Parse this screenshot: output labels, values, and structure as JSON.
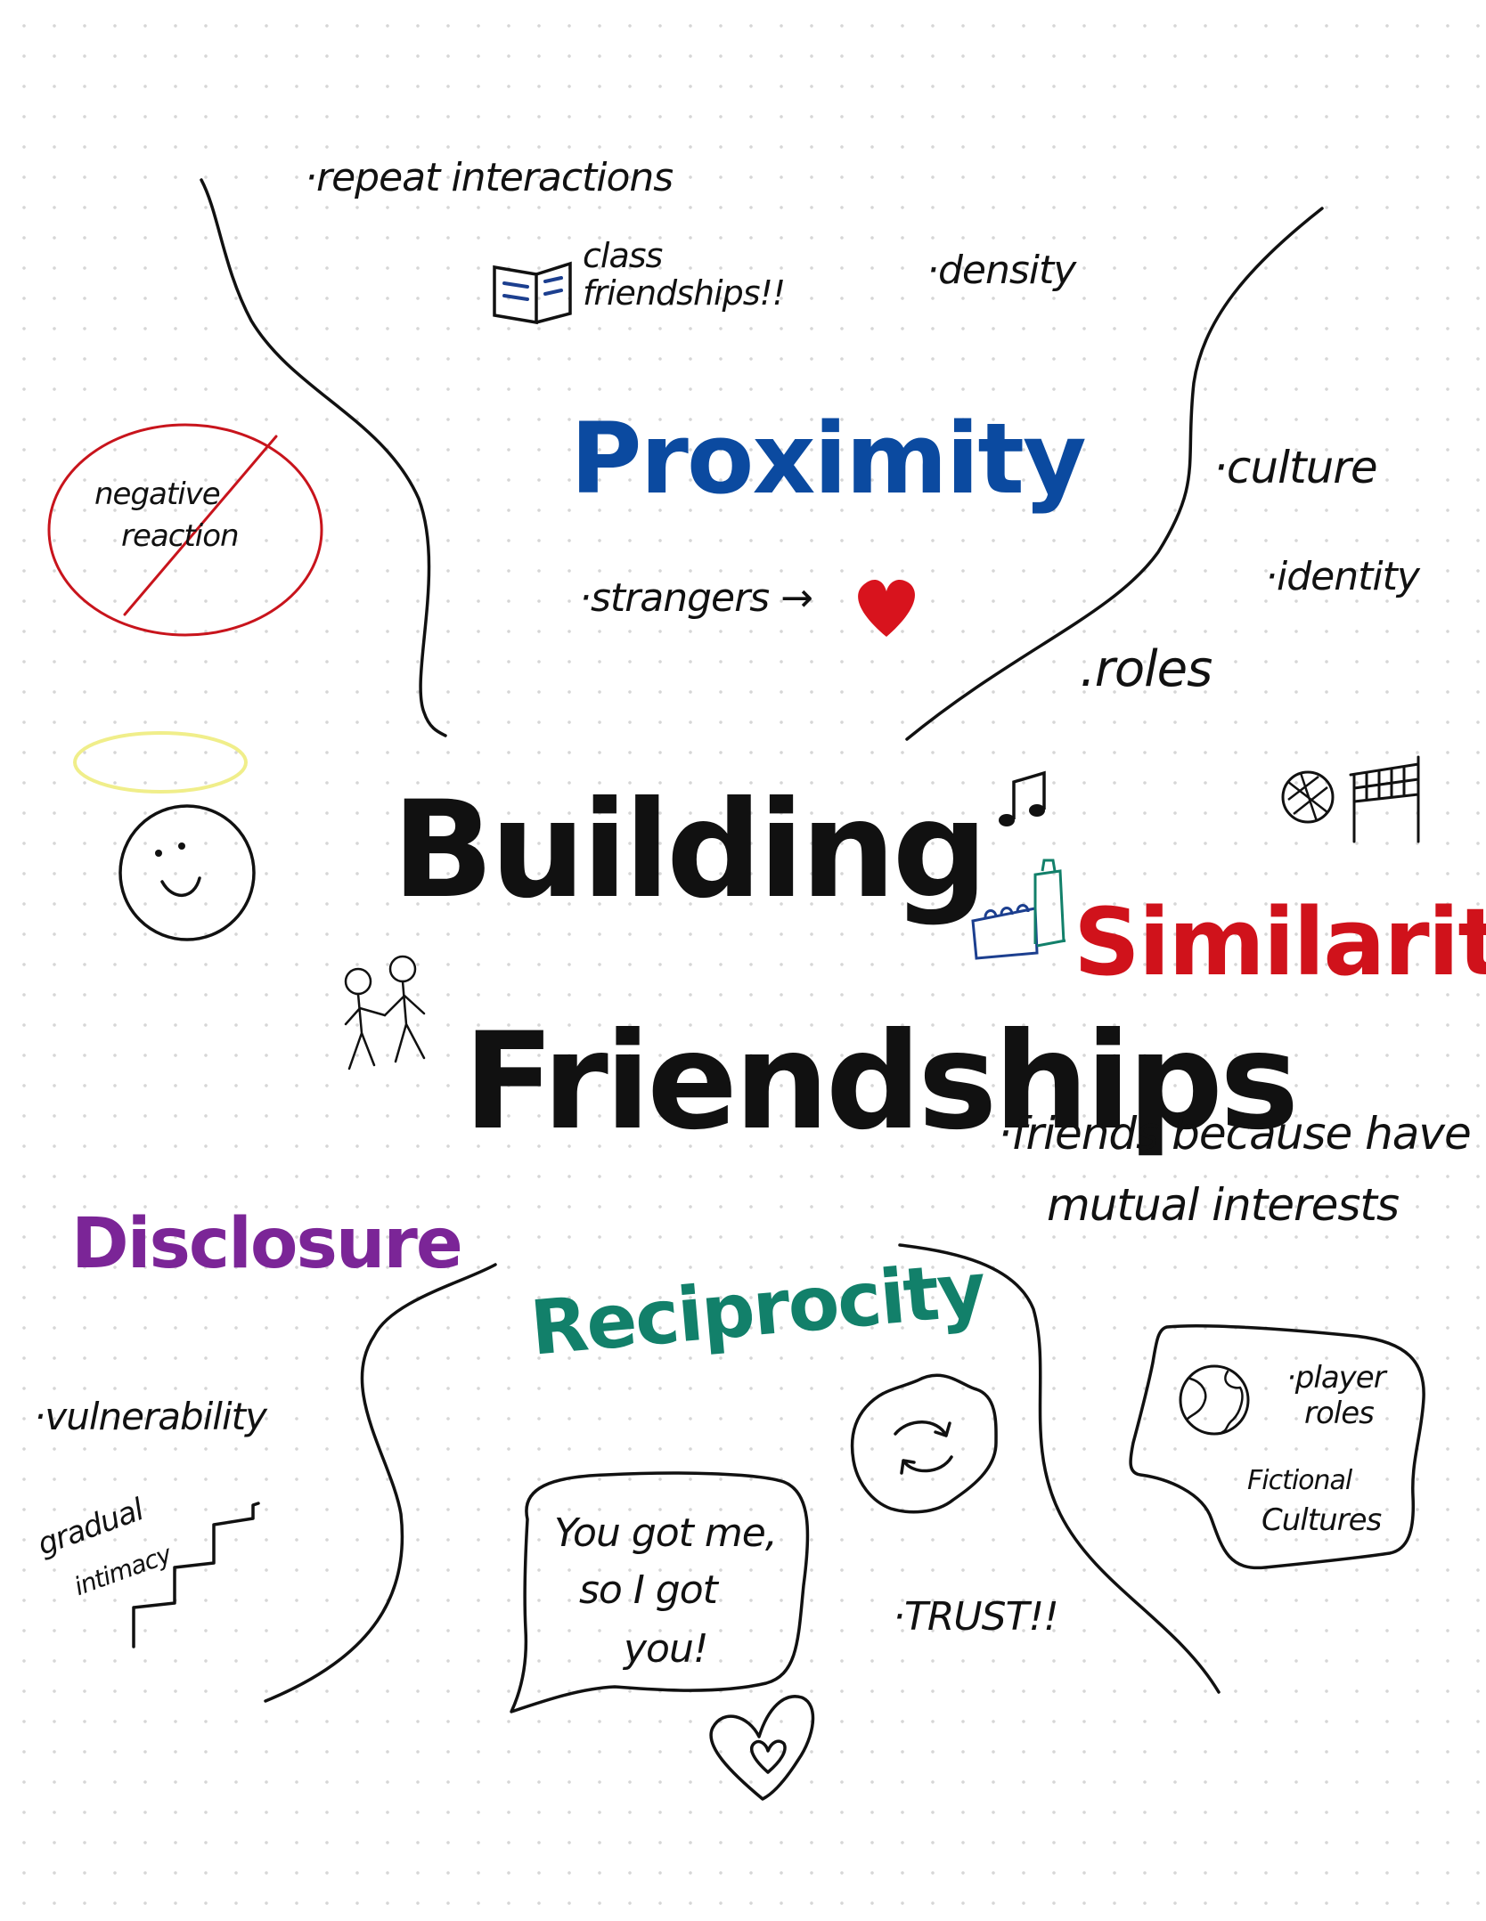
{
  "title": {
    "line1": "Building",
    "line2": "Friendships"
  },
  "colors": {
    "ink": "#111111",
    "proximity": "#0b4aa0",
    "similarity": "#d0121b",
    "disclosure": "#7b2597",
    "reciprocity": "#12806a",
    "halo": "#f0ee8a",
    "negative": "#c8141c",
    "heart": "#d8131d",
    "book": "#1c3f8f"
  },
  "proximity": {
    "heading": "Proximity",
    "notes": {
      "repeat": "·repeat interactions",
      "class_line1": "class",
      "class_line2": "friendships!!",
      "density": "·density",
      "strangers": "·strangers →"
    },
    "icons": [
      "open-book-icon",
      "heart-icon"
    ]
  },
  "similarity": {
    "heading": "Similarity",
    "notes": {
      "culture": "·culture",
      "identity": "·identity",
      "roles": ".roles",
      "mutual_line1": "·friends because have",
      "mutual_line2": "mutual interests"
    },
    "icons": [
      "music-note-icon",
      "ball-icon",
      "goal-net-icon",
      "building-blocks-icon"
    ]
  },
  "disclosure": {
    "heading": "Disclosure",
    "notes": {
      "vulnerability": "·vulnerability",
      "gradual_line1": "gradual",
      "gradual_line2": "intimacy"
    },
    "negative_line1": "negative",
    "negative_line2": "reaction",
    "icons": [
      "crossed-out-circle-icon",
      "halo-smiley-icon",
      "stairs-icon"
    ]
  },
  "reciprocity": {
    "heading": "Reciprocity",
    "speech_line1": "You got me,",
    "speech_line2": "so I got",
    "speech_line3": "you!",
    "trust": "·TRUST!!",
    "icons": [
      "speech-bubble-icon",
      "cycle-arrows-icon",
      "heart-outline-icon"
    ]
  },
  "game": {
    "roles_line1": "·player",
    "roles_line2": "roles",
    "cultures_line1": "Fictional",
    "cultures_line2": "Cultures",
    "icons": [
      "globe-icon"
    ]
  },
  "decorations": [
    "stick-figures-icon"
  ]
}
